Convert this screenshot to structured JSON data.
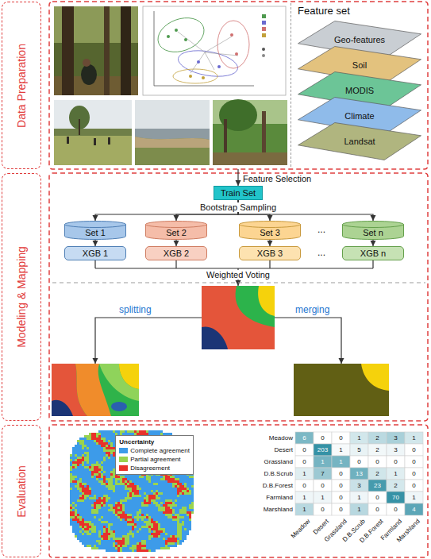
{
  "diagram": {
    "nodes": [
      {
        "text": [
          "Data Preparation"
        ]
      },
      {
        "text": [
          "Feature set"
        ]
      },
      {
        "text": [
          "Geo-features"
        ],
        "in": 1
      },
      {
        "text": [
          "Soil"
        ],
        "in": 1
      },
      {
        "text": [
          "MODIS"
        ],
        "in": 1
      },
      {
        "text": [
          "Climate"
        ],
        "in": 1
      },
      {
        "text": [
          "Landsat"
        ],
        "in": 1
      },
      {
        "text": [
          "Modeling & Mapping"
        ]
      },
      {
        "text": [
          "Train Set"
        ]
      },
      {
        "text": [
          "Set 1"
        ]
      },
      {
        "text": [
          "Set 2"
        ]
      },
      {
        "text": [
          "Set 3"
        ]
      },
      {
        "text": [
          "Set n"
        ]
      },
      {
        "text": [
          "XGB 1"
        ]
      },
      {
        "text": [
          "XGB 2"
        ]
      },
      {
        "text": [
          "XGB 3"
        ]
      },
      {
        "text": [
          "XGB n"
        ]
      },
      {
        "text": [
          "Evaluation"
        ]
      }
    ],
    "edges": [
      {
        "from": 8,
        "to": 9,
        "arrow": "to"
      },
      {
        "from": 8,
        "to": 10,
        "arrow": "to"
      },
      {
        "from": 8,
        "to": 11,
        "arrow": "to"
      },
      {
        "from": 8,
        "to": 12,
        "arrow": "to"
      },
      {
        "from": 9,
        "to": 13,
        "arrow": "to"
      },
      {
        "from": 10,
        "to": 14,
        "arrow": "to"
      },
      {
        "from": 11,
        "to": 15,
        "arrow": "to"
      },
      {
        "from": 12,
        "to": 16,
        "arrow": "to"
      }
    ],
    "labels": [
      "Feature Selection",
      "Bootstrap Sampling",
      "...",
      "...",
      "Weighted Voting",
      "splitting",
      "merging",
      "Uncertainty",
      "Meadow",
      "6",
      "0",
      "0",
      "1",
      "2",
      "3",
      "1",
      "Desert",
      "0",
      "203",
      "1",
      "5",
      "2",
      "3",
      "0",
      "Grassland",
      "0",
      "1",
      "1",
      "0",
      "0",
      "0",
      "0",
      "D.B.Scrub",
      "1",
      "7",
      "0",
      "13",
      "2",
      "1",
      "0",
      "D.B.Forest",
      "0",
      "0",
      "0",
      "3",
      "23",
      "2",
      "0",
      "Farmland",
      "1",
      "1",
      "0",
      "1",
      "0",
      "70",
      "1",
      "Marshland",
      "1",
      "0",
      "0",
      "1",
      "0",
      "0",
      "4",
      "Meadow",
      "Desert",
      "Grassland",
      "D.B.Scrub",
      "D.B.Forest",
      "Farmland",
      "Marshland"
    ],
    "legend": [
      {
        "text": "Complete agreement",
        "color": "#3d9be9"
      },
      {
        "text": "Partial agreement",
        "color": "#9ad34f"
      },
      {
        "text": "Disagreement",
        "color": "#e8322b"
      }
    ]
  }
}
